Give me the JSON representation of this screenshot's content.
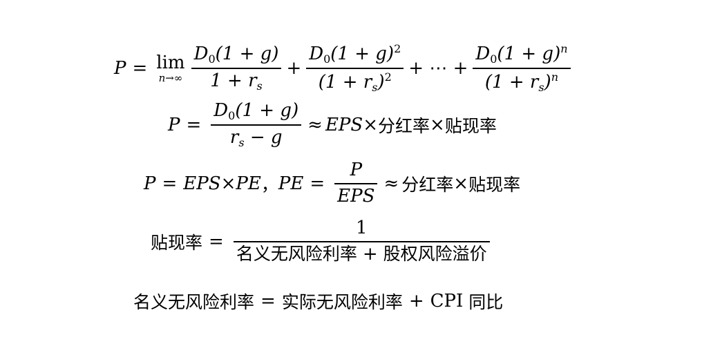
{
  "formulas": {
    "f1": {
      "lhs": "P",
      "eq": "=",
      "lim": "lim",
      "lim_sub": "n→∞",
      "t1_num_D": "D",
      "t1_num_D_sub": "0",
      "t1_num_rest": "(1 + g)",
      "t1_den_a": "1 + r",
      "t1_den_sub": "s",
      "plus1": "+",
      "t2_num_D": "D",
      "t2_num_D_sub": "0",
      "t2_num_rest": "(1 + g)",
      "t2_num_sup": "2",
      "t2_den_a": "(1 + r",
      "t2_den_sub": "s",
      "t2_den_b": ")",
      "t2_den_sup": "2",
      "plus2": "+ ⋯ +",
      "t3_num_D": "D",
      "t3_num_D_sub": "0",
      "t3_num_rest": "(1 + g)",
      "t3_num_sup": "n",
      "t3_den_a": "(1 + r",
      "t3_den_sub": "s",
      "t3_den_b": ")",
      "t3_den_sup": "n"
    },
    "f2": {
      "lhs": "P",
      "eq": "=",
      "num_D": "D",
      "num_D_sub": "0",
      "num_rest": "(1 + g)",
      "den_r": "r",
      "den_sub": "s",
      "den_rest": " − g",
      "approx": "≈",
      "eps": "EPS",
      "times1": "×",
      "cjk1": "分红率",
      "times2": "×",
      "cjk2": "贴现率"
    },
    "f3": {
      "lhs": "P",
      "eq": "=",
      "eps": "EPS",
      "times": "×",
      "pe": "PE",
      "comma": "，",
      "pe2": "PE",
      "eq2": "=",
      "num": "P",
      "den": "EPS",
      "approx": "≈",
      "cjk1": "分红率",
      "times2": "×",
      "cjk2": "贴现率"
    },
    "f4": {
      "lhs": "贴现率",
      "eq": "=",
      "num": "1",
      "den_a": "名义无风险利率",
      "plus": "+",
      "den_b": "股权风险溢价"
    },
    "f5": {
      "lhs": "名义无风险利率",
      "eq": "=",
      "rhs_a": "实际无风险利率",
      "plus": "+",
      "cpi": "CPI",
      "rhs_b": "同比"
    }
  }
}
